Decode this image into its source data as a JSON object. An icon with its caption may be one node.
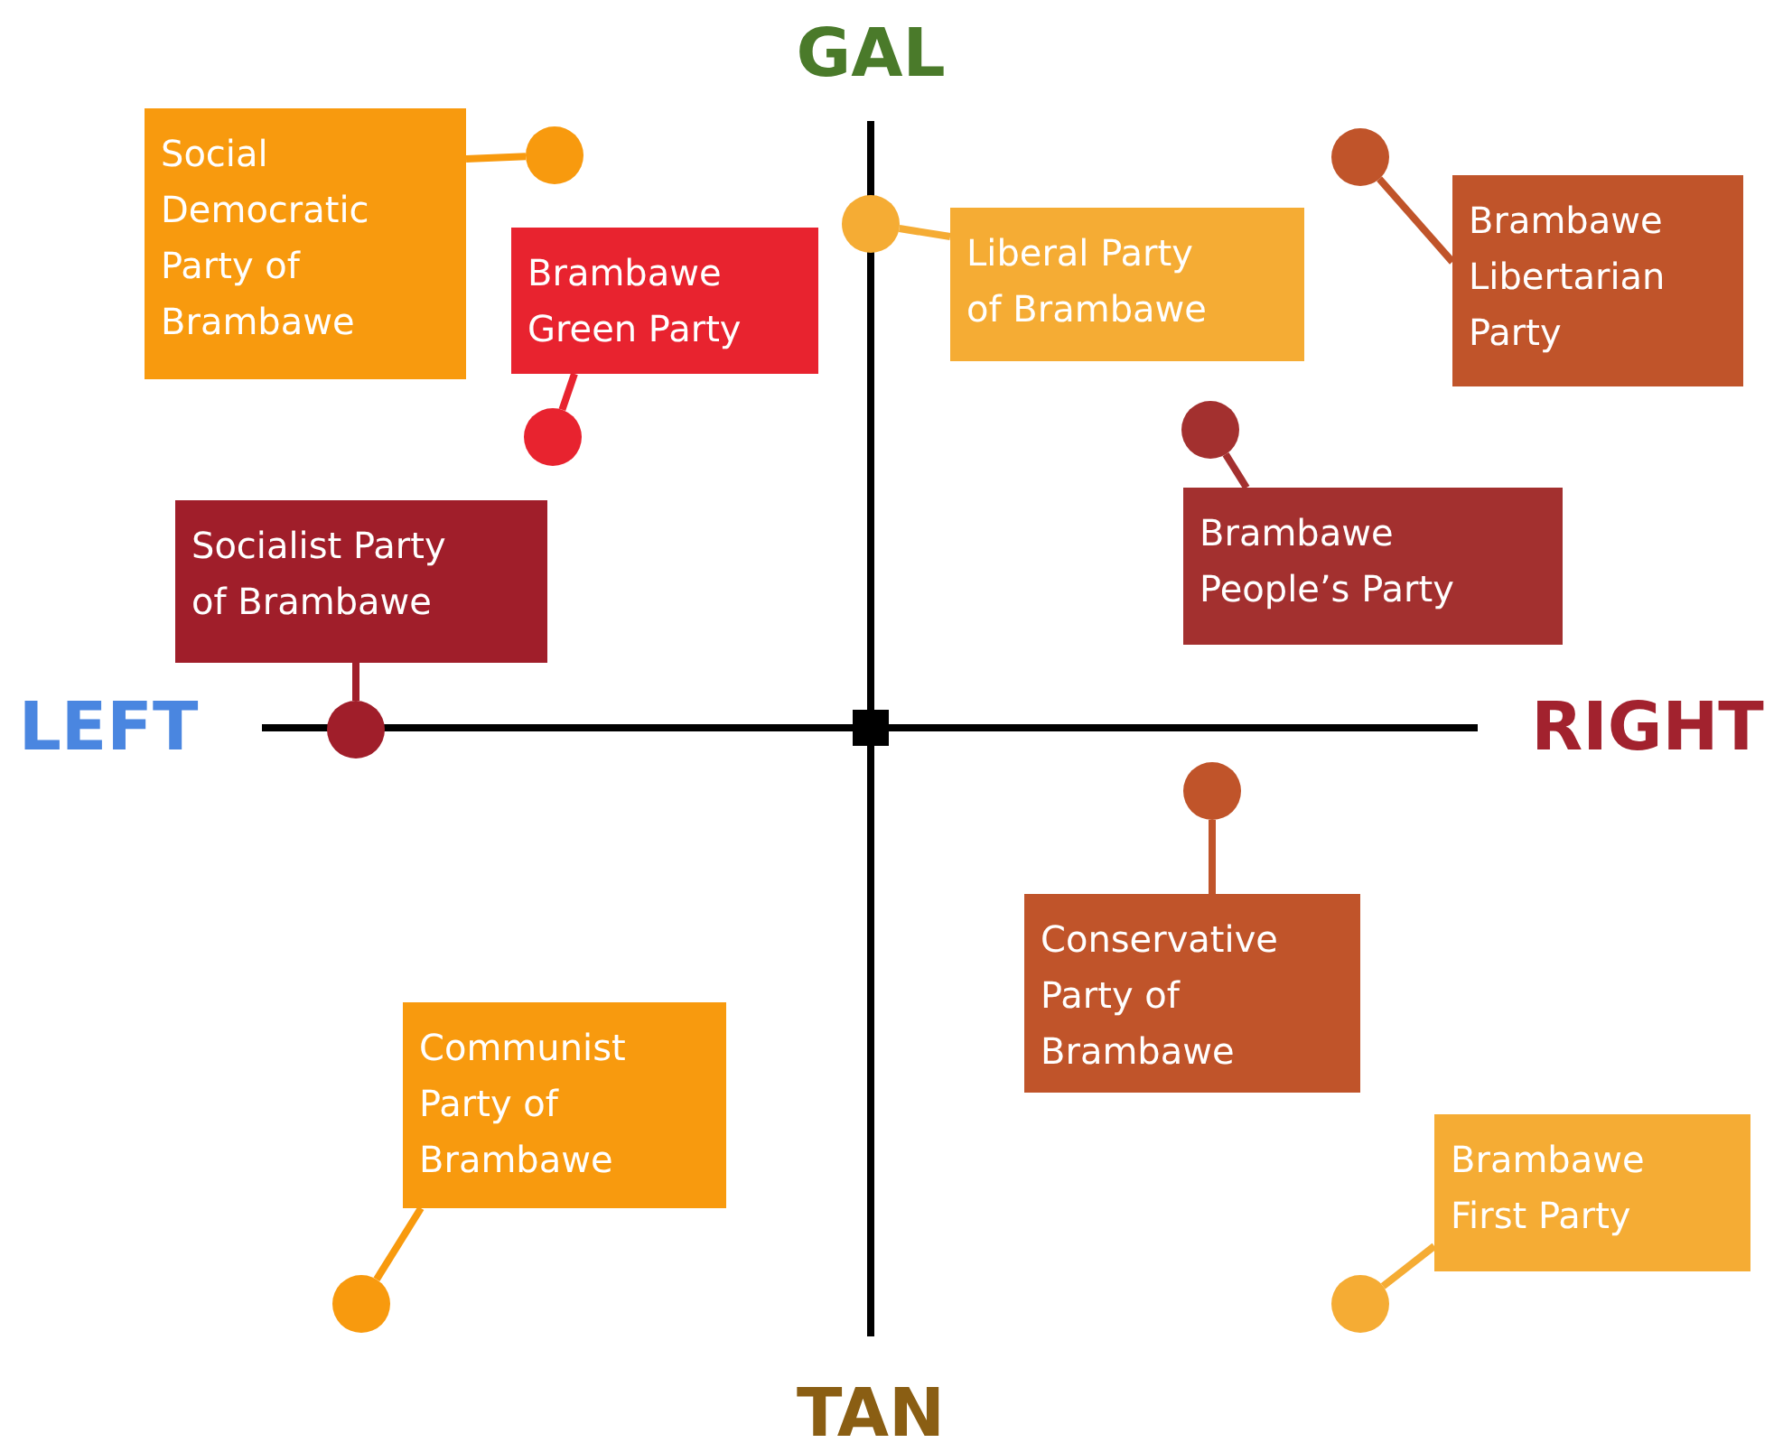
{
  "diagram": {
    "nodes": [
      {
        "text": [
          "Social Democratic Party of Brambawe"
        ]
      },
      {
        "text": [],
        "shape": "circle"
      },
      {
        "text": [
          "Brambawe Green Party"
        ]
      },
      {
        "text": [],
        "shape": "circle"
      },
      {
        "text": [
          "Liberal Party of Brambawe"
        ]
      },
      {
        "text": [],
        "shape": "circle"
      },
      {
        "text": [
          "Brambawe Libertarian Party"
        ]
      },
      {
        "text": [],
        "shape": "circle"
      },
      {
        "text": [
          "Brambawe People’s Party"
        ]
      },
      {
        "text": [],
        "shape": "circle"
      },
      {
        "text": [
          "Socialist Party of Brambawe"
        ]
      },
      {
        "text": [],
        "shape": "circle"
      },
      {
        "text": [
          "Conservative Party of Brambawe"
        ]
      },
      {
        "text": [],
        "shape": "circle"
      },
      {
        "text": [
          "Communist Party of Brambawe"
        ]
      },
      {
        "text": [],
        "shape": "circle"
      },
      {
        "text": [
          "Brambawe First Party"
        ]
      },
      {
        "text": [],
        "shape": "circle"
      }
    ],
    "edges": [
      {
        "from": 0,
        "to": 1,
        "arrow": "none",
        "color": "#f89a0e"
      },
      {
        "from": 2,
        "to": 3,
        "arrow": "none",
        "color": "#e8232f"
      },
      {
        "from": 4,
        "to": 5,
        "arrow": "none",
        "color": "#f5ac34"
      },
      {
        "from": 6,
        "to": 7,
        "arrow": "none",
        "color": "#c0542a"
      },
      {
        "from": 8,
        "to": 9,
        "arrow": "none",
        "color": "#a3302f"
      },
      {
        "from": 10,
        "to": 11,
        "arrow": "none",
        "color": "#a01e2a"
      },
      {
        "from": 12,
        "to": 13,
        "arrow": "none",
        "color": "#c0542a"
      },
      {
        "from": 14,
        "to": 15,
        "arrow": "none",
        "color": "#f89a0e"
      },
      {
        "from": 16,
        "to": 17,
        "arrow": "none",
        "color": "#f5ac34"
      }
    ],
    "labels": [
      "GAL",
      "LEFT",
      "RIGHT",
      "TAN"
    ]
  }
}
